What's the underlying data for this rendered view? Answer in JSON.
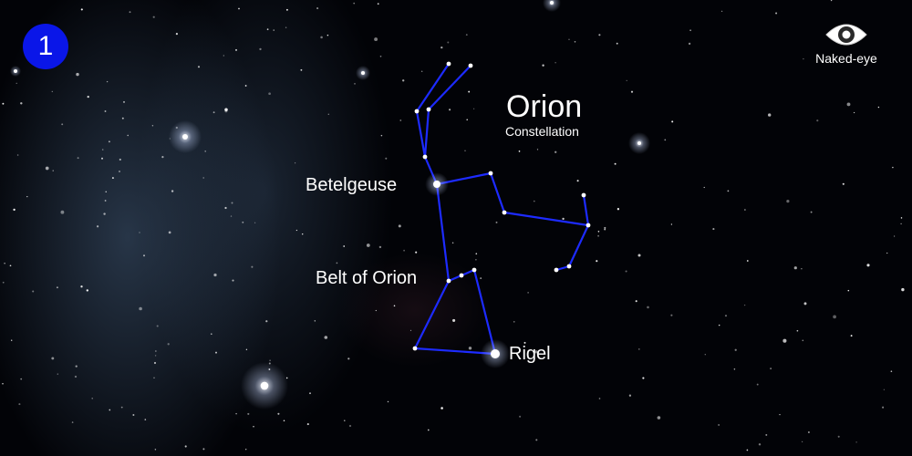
{
  "badge": {
    "number": "1",
    "color": "#0a16e8"
  },
  "constellation": {
    "name": "Orion",
    "subtitle": "Constellation",
    "line_color": "#1d2bff"
  },
  "stars": {
    "betelgeuse": "Betelgeuse",
    "belt": "Belt of Orion",
    "rigel": "Rigel"
  },
  "viewing_mode": {
    "label": "Naked-eye",
    "icon": "eye-icon"
  }
}
